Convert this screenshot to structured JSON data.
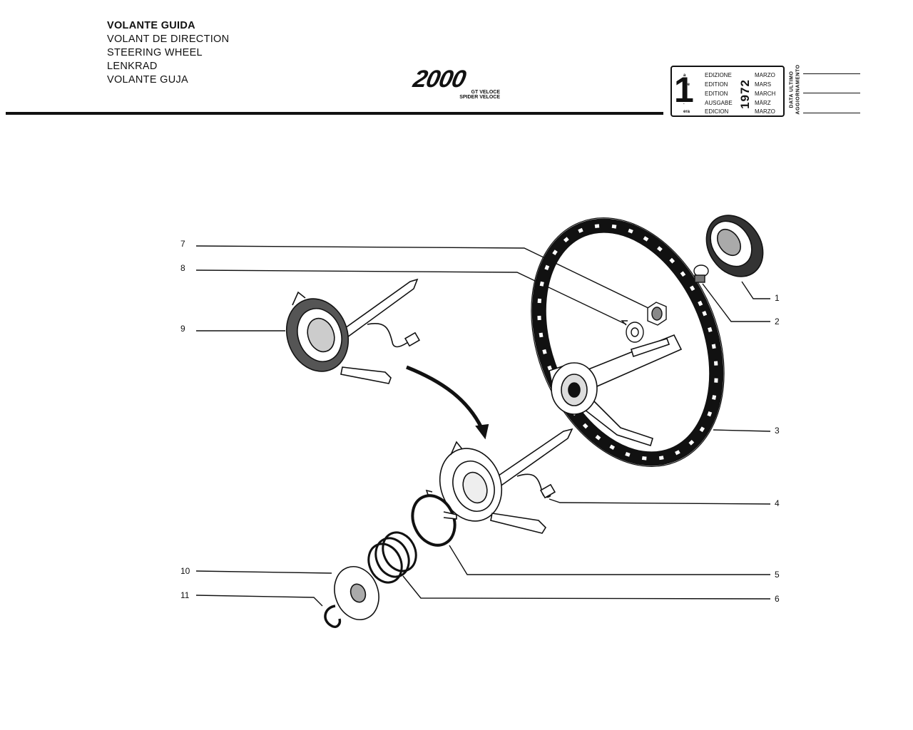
{
  "header": {
    "titles": [
      "VOLANTE GUIDA",
      "VOLANT DE DIRECTION",
      "STEERING WHEEL",
      "LENKRAD",
      "VOLANTE GUJA"
    ],
    "logo_main": "2000",
    "logo_sub1": "GT VELOCE",
    "logo_sub2": "SPIDER VELOCE"
  },
  "edition": {
    "number": "1",
    "year": "1972",
    "rows": [
      {
        "suffix": "a",
        "label": "EDIZIONE",
        "month": "MARZO"
      },
      {
        "suffix": "ere",
        "label": "EDITION",
        "month": "MARS"
      },
      {
        "suffix": "st",
        "label": "EDITION",
        "month": "MARCH"
      },
      {
        "suffix": ".",
        "label": "AUSGABE",
        "month": "MÄRZ"
      },
      {
        "suffix": "era",
        "label": "EDICION",
        "month": "MARZO"
      }
    ],
    "update_label_1": "DATA ULTIMO",
    "update_label_2": "AGGIORNAMENTO"
  },
  "callouts": {
    "left": [
      "7",
      "8",
      "9",
      "10",
      "11"
    ],
    "right": [
      "1",
      "2",
      "3",
      "4",
      "5",
      "6"
    ]
  }
}
